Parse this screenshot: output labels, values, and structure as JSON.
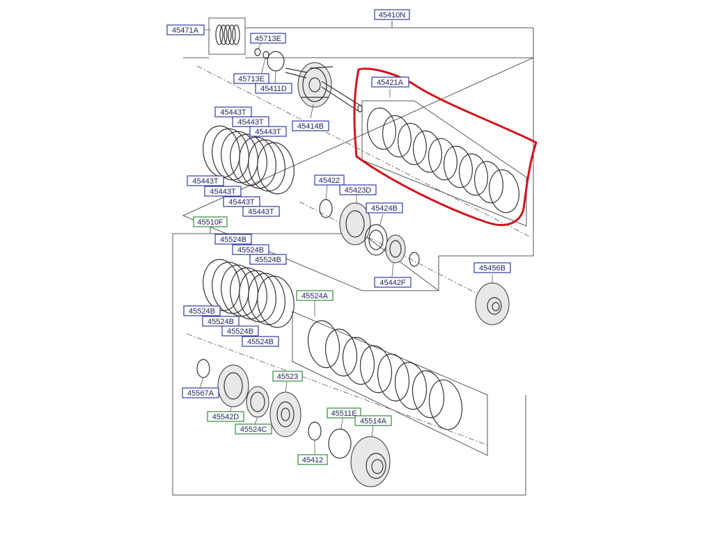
{
  "highlight_color": "#d0141c",
  "label_colors": {
    "blue": "#2f3aa8",
    "green": "#2e8b3a"
  },
  "groups": [
    {
      "code": "45410N",
      "color": "blue"
    },
    {
      "code": "45510F",
      "color": "green"
    }
  ],
  "labels": [
    {
      "code": "45471A",
      "color": "blue"
    },
    {
      "code": "45713E",
      "color": "blue"
    },
    {
      "code": "45713E",
      "color": "blue"
    },
    {
      "code": "45411D",
      "color": "blue"
    },
    {
      "code": "45414B",
      "color": "blue"
    },
    {
      "code": "45421A",
      "color": "blue"
    },
    {
      "code": "45443T",
      "color": "blue"
    },
    {
      "code": "45443T",
      "color": "blue"
    },
    {
      "code": "45443T",
      "color": "blue"
    },
    {
      "code": "45443T",
      "color": "blue"
    },
    {
      "code": "45443T",
      "color": "blue"
    },
    {
      "code": "45443T",
      "color": "blue"
    },
    {
      "code": "45443T",
      "color": "blue"
    },
    {
      "code": "45422",
      "color": "blue"
    },
    {
      "code": "45423D",
      "color": "blue"
    },
    {
      "code": "45424B",
      "color": "blue"
    },
    {
      "code": "45442F",
      "color": "blue"
    },
    {
      "code": "45456B",
      "color": "blue"
    },
    {
      "code": "45524B",
      "color": "blue"
    },
    {
      "code": "45524B",
      "color": "blue"
    },
    {
      "code": "45524B",
      "color": "blue"
    },
    {
      "code": "45524B",
      "color": "blue"
    },
    {
      "code": "45524B",
      "color": "blue"
    },
    {
      "code": "45524B",
      "color": "blue"
    },
    {
      "code": "45524B",
      "color": "blue"
    },
    {
      "code": "45524A",
      "color": "green"
    },
    {
      "code": "45567A",
      "color": "blue"
    },
    {
      "code": "45523",
      "color": "green"
    },
    {
      "code": "45542D",
      "color": "green"
    },
    {
      "code": "45524C",
      "color": "green"
    },
    {
      "code": "45511E",
      "color": "green"
    },
    {
      "code": "45514A",
      "color": "green"
    },
    {
      "code": "45412",
      "color": "green"
    }
  ]
}
